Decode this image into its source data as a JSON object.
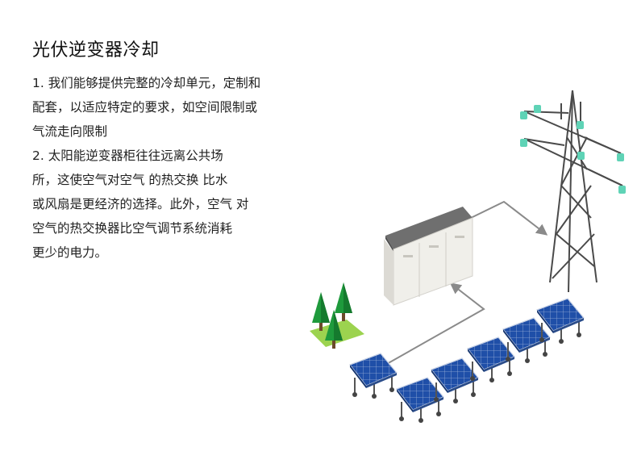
{
  "heading": "光伏逆变器冷却",
  "paragraph_lines": [
    "1. 我们能够提供完整的冷却单元，定制和",
    "配套，以适应特定的要求，如空间限制或",
    "气流走向限制",
    "2. 太阳能逆变器柜往往远离公共场",
    "所，这使空气对空气 的热交换 比水",
    "或风扇是更经济的选择。此外，空气 对",
    "空气的热交换器比空气调节系统消耗",
    "更少的电力。"
  ],
  "colors": {
    "panel_blue": "#1f4fa8",
    "insulator_teal": "#5fd3b6",
    "tree_green": "#1e9a3c",
    "cabinet_top": "#6f6f6f"
  },
  "icons": [
    "inverter-cabinet-icon",
    "transmission-tower-icon",
    "solar-panel-icon",
    "tree-icon"
  ]
}
